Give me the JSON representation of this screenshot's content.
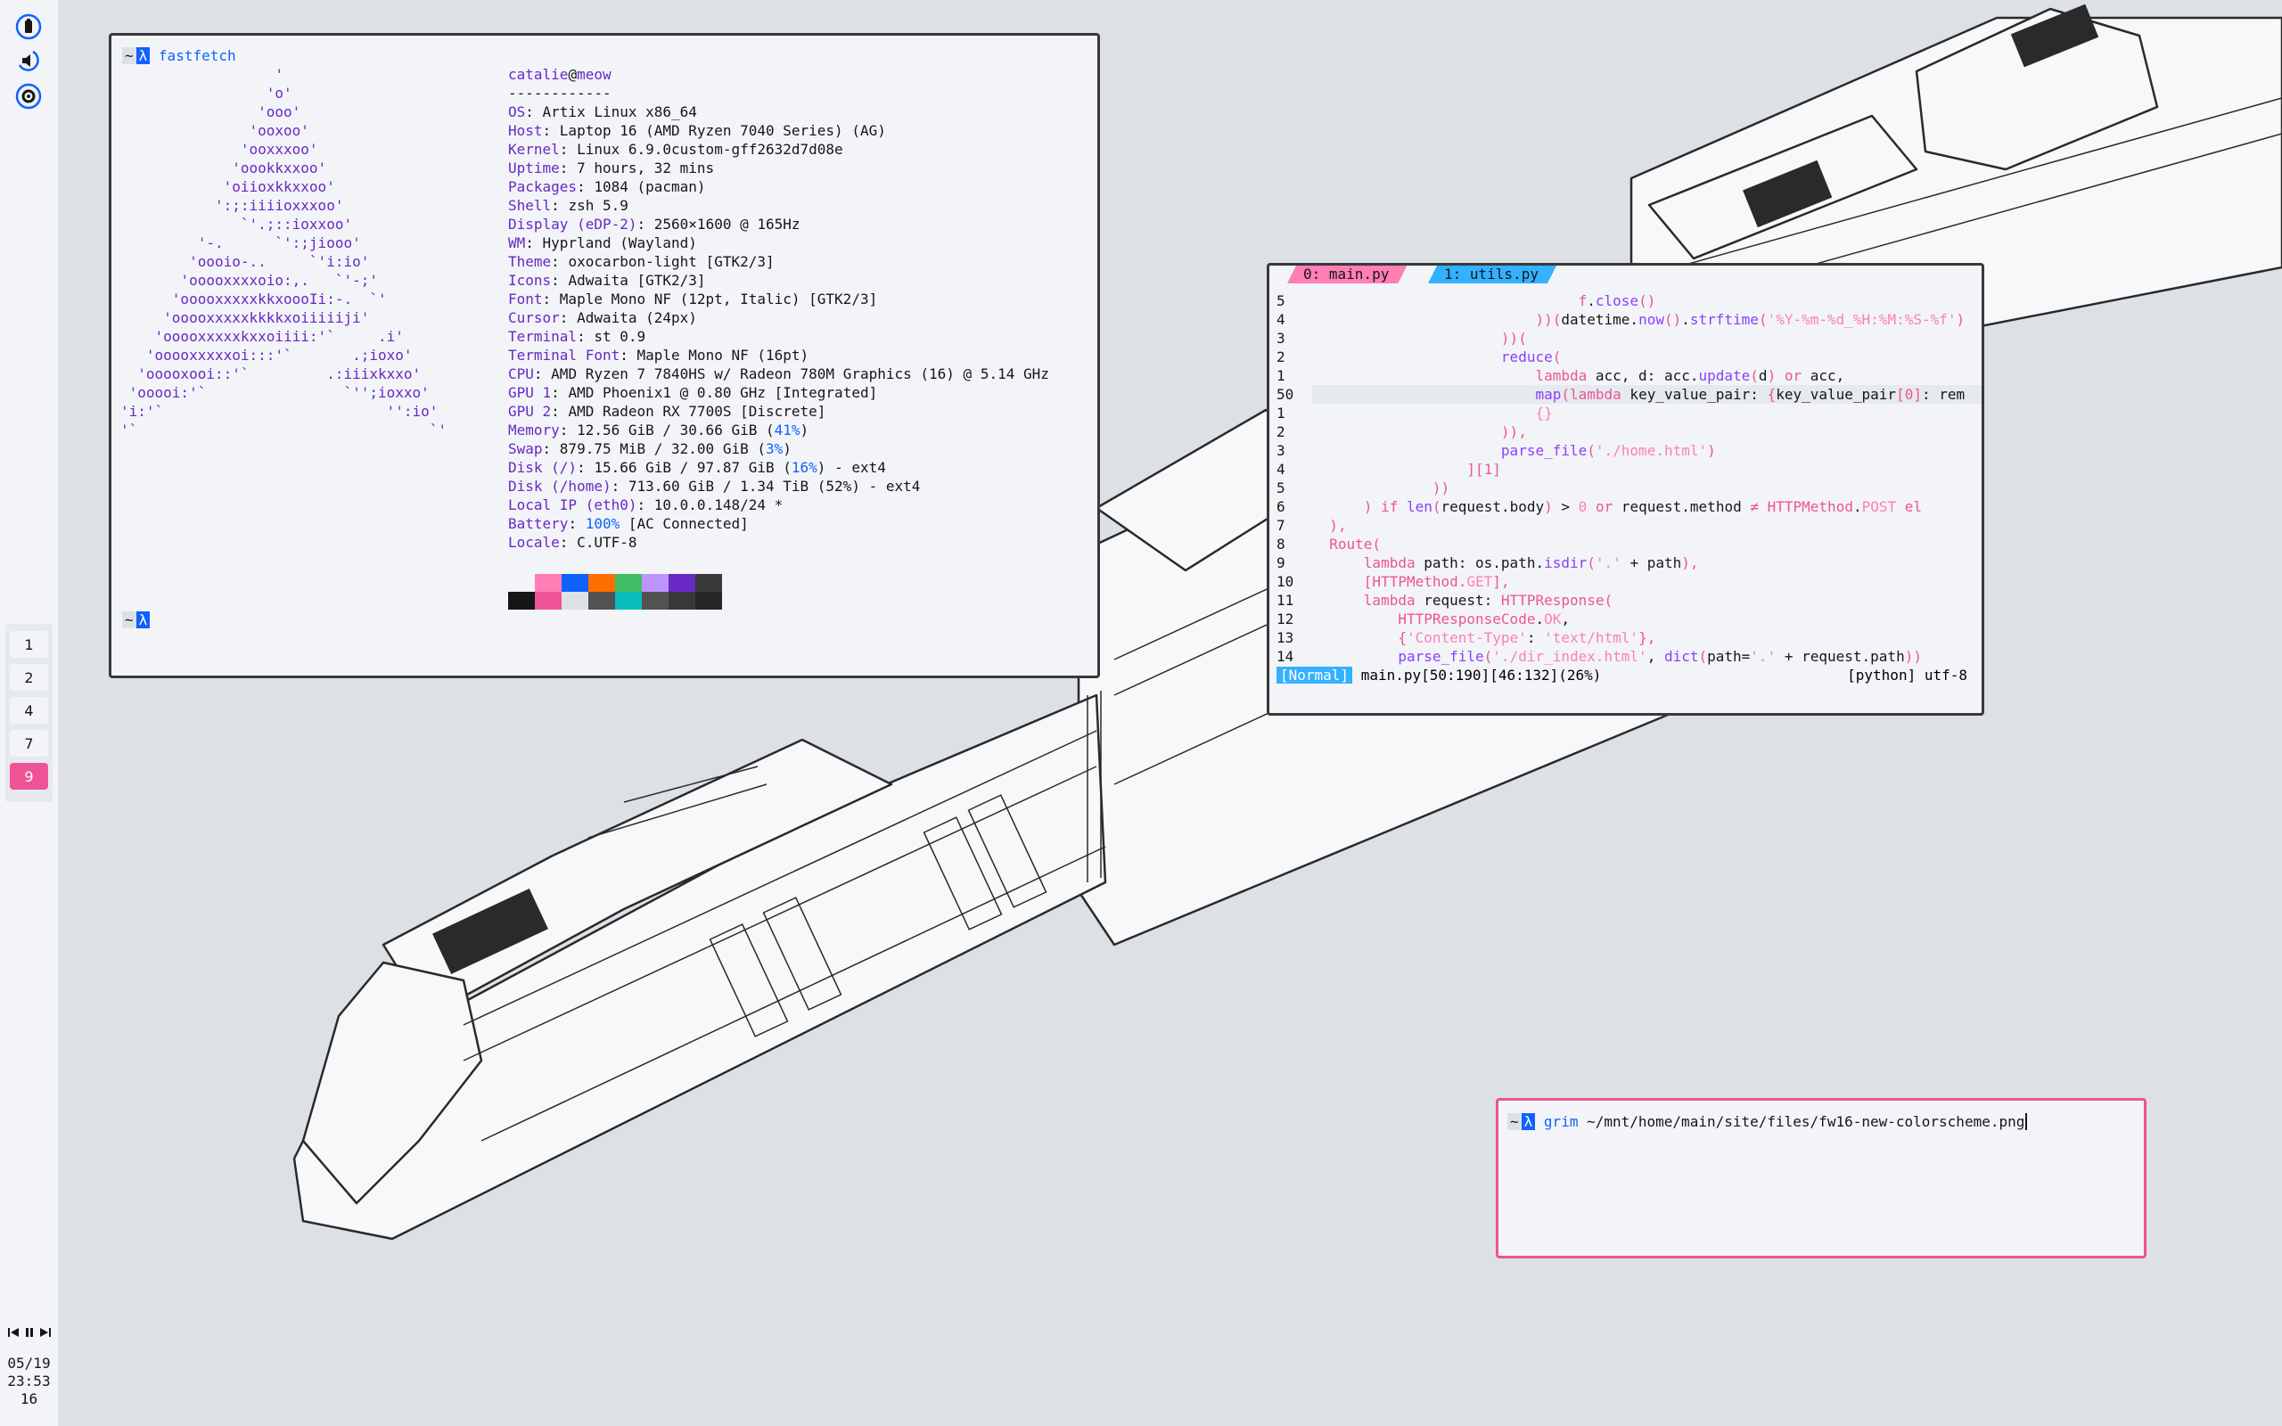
{
  "sidebar": {
    "icons": [
      "battery-icon",
      "volume-icon",
      "settings-icon"
    ],
    "workspaces": [
      "1",
      "2",
      "4",
      "7",
      "9"
    ],
    "active_workspace": "9",
    "media_icons": [
      "previous-icon",
      "pause-icon",
      "next-icon"
    ],
    "clock": {
      "date": "05/19",
      "time": "23:53",
      "extra": "16"
    }
  },
  "fastfetch": {
    "prompt_tilde": "~",
    "prompt_lambda": "λ",
    "command": "fastfetch",
    "ascii_art": [
      "                  '",
      "                 'o'",
      "                'ooo'",
      "               'ooxoo'",
      "              'ooxxxoo'",
      "             'oookkxxoo'",
      "            'oiioxkkxxoo'",
      "           ':;:iiiioxxxoo'",
      "              `'.;::ioxxoo'",
      "         '-.      `':;jiooo'",
      "        'oooio-..     `'i:io'",
      "       'ooooxxxxoio:,.   `'-;'",
      "      'ooooxxxxxkkxoooIi:-.  `'",
      "     'ooooxxxxxkkkkxoiiiiiji'",
      "    'ooooxxxxxkxxoiiii:'`     .i'",
      "   'ooooxxxxxoi:::'`       .;ioxo'",
      "  'ooooxooi::'`         .:iiixkxxo'",
      " 'ooooi:'`                `'';ioxxo'",
      "'i:'`                          '':io'",
      "'`                                  `'"
    ],
    "user": "catalie",
    "at": "@",
    "host": "meow",
    "separator": "------------",
    "info": [
      {
        "k": "OS",
        "v": "Artix Linux x86_64"
      },
      {
        "k": "Host",
        "v": "Laptop 16 (AMD Ryzen 7040 Series) (AG)"
      },
      {
        "k": "Kernel",
        "v": "Linux 6.9.0custom-gff2632d7d08e"
      },
      {
        "k": "Uptime",
        "v": "7 hours, 32 mins"
      },
      {
        "k": "Packages",
        "v": "1084 (pacman)"
      },
      {
        "k": "Shell",
        "v": "zsh 5.9"
      },
      {
        "k": "Display (eDP-2)",
        "v": "2560×1600 @ 165Hz"
      },
      {
        "k": "WM",
        "v": "Hyprland (Wayland)"
      },
      {
        "k": "Theme",
        "v": "oxocarbon-light [GTK2/3]"
      },
      {
        "k": "Icons",
        "v": "Adwaita [GTK2/3]"
      },
      {
        "k": "Font",
        "v": "Maple Mono NF (12pt, Italic) [GTK2/3]"
      },
      {
        "k": "Cursor",
        "v": "Adwaita (24px)"
      },
      {
        "k": "Terminal",
        "v": "st 0.9"
      },
      {
        "k": "Terminal Font",
        "v": "Maple Mono NF (16pt)"
      },
      {
        "k": "CPU",
        "v": "AMD Ryzen 7 7840HS w/ Radeon 780M Graphics (16) @ 5.14 GHz"
      },
      {
        "k": "GPU 1",
        "v": "AMD Phoenix1 @ 0.80 GHz [Integrated]"
      },
      {
        "k": "GPU 2",
        "v": "AMD Radeon RX 7700S [Discrete]"
      },
      {
        "k": "Memory",
        "v": "12.56 GiB / 30.66 GiB (",
        "p": "41%",
        "t": ")"
      },
      {
        "k": "Swap",
        "v": "879.75 MiB / 32.00 GiB (",
        "p": "3%",
        "t": ")"
      },
      {
        "k": "Disk (/)",
        "v": "15.66 GiB / 97.87 GiB (",
        "p": "16%",
        "t": ") - ext4"
      },
      {
        "k": "Disk (/home)",
        "v": "713.60 GiB / 1.34 TiB (52%) - ext4"
      },
      {
        "k": "Local IP (eth0)",
        "v": "10.0.0.148/24 *"
      },
      {
        "k": "Battery",
        "v": "",
        "p": "100%",
        "t": " [AC Connected]"
      },
      {
        "k": "Locale",
        "v": "C.UTF-8"
      }
    ],
    "palette_top": [
      "#f2f4f8",
      "#ff7eb6",
      "#0f62fe",
      "#ff6f00",
      "#42be65",
      "#be95ff",
      "#6929c4",
      "#393939"
    ],
    "palette_bottom": [
      "#161616",
      "#ee5396",
      "#dde1e6",
      "#525252",
      "#08bdba",
      "#525252",
      "#393939",
      "#262626"
    ]
  },
  "editor": {
    "tabs": [
      {
        "label": "0:  main.py",
        "color": "#ff7eb6"
      },
      {
        "label": "1:  utils.py",
        "color": "#33b1ff"
      }
    ],
    "line_numbers": [
      "5",
      "4",
      "3",
      "2",
      "1",
      "50",
      "1",
      "2",
      "3",
      "4",
      "5",
      "6",
      "7",
      "8",
      "9",
      "10",
      "11",
      "12",
      "13",
      "14"
    ],
    "mode": "[Normal]",
    "file_info": "main.py[50:190][46:132](26%)",
    "filetype": "[python] utf-8"
  },
  "terminal2": {
    "prompt_tilde": "~",
    "prompt_lambda": "λ",
    "command": "grim",
    "argument": "~/mnt/home/main/site/files/fw16-new-colorscheme.png"
  }
}
